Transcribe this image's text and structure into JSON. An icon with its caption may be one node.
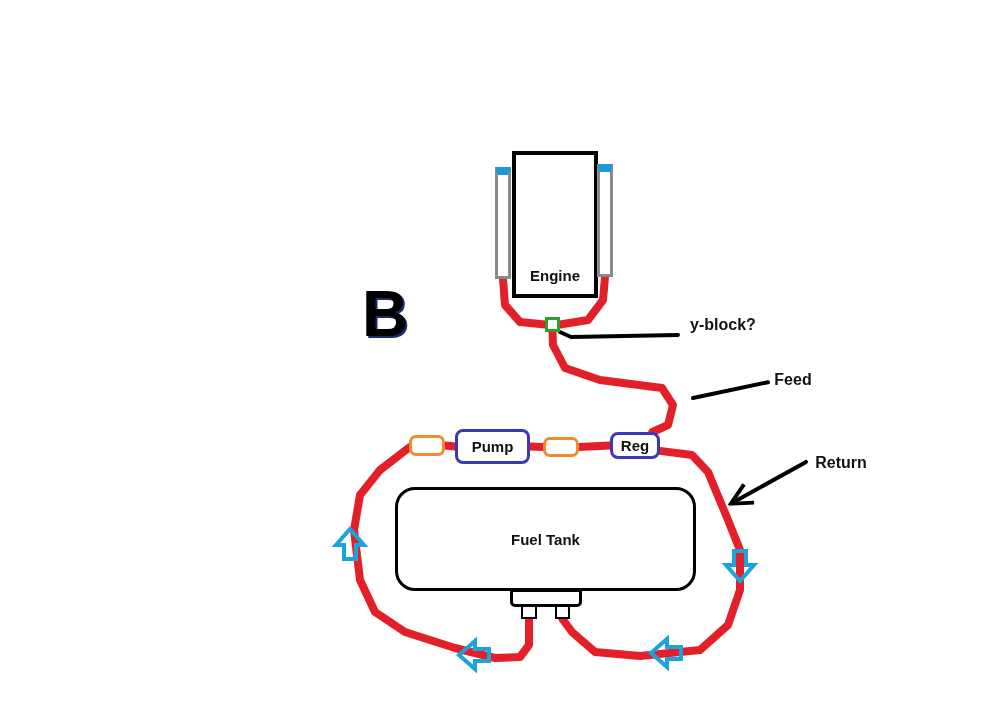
{
  "diagram": {
    "nodes": [
      {
        "text": [
          "Engine"
        ]
      },
      {
        "text": [],
        "shape": "bar"
      },
      {
        "text": [],
        "shape": "bar"
      },
      {
        "text": [],
        "shape": "box"
      },
      {
        "text": [
          "y-block?"
        ]
      },
      {
        "text": [
          "Feed"
        ]
      },
      {
        "text": [
          "Return"
        ]
      },
      {
        "text": [],
        "shape": "box"
      },
      {
        "text": [
          "Pump"
        ]
      },
      {
        "text": [],
        "shape": "box"
      },
      {
        "text": [
          "Reg"
        ]
      },
      {
        "text": [
          "Fuel Tank"
        ]
      },
      {
        "text": [],
        "shape": "box"
      },
      {
        "text": [],
        "shape": "box"
      },
      {
        "text": [],
        "shape": "box"
      }
    ],
    "edges": [
      {
        "from": 12,
        "to": 7,
        "arrow": "none"
      },
      {
        "from": 7,
        "to": 8,
        "arrow": "none"
      },
      {
        "from": 8,
        "to": 9,
        "arrow": "none"
      },
      {
        "from": 9,
        "to": 10,
        "arrow": "none"
      },
      {
        "from": 10,
        "to": 3,
        "arrow": "none"
      },
      {
        "from": 3,
        "to": 1,
        "arrow": "none"
      },
      {
        "from": 3,
        "to": 2,
        "arrow": "none"
      },
      {
        "from": 10,
        "to": 13,
        "arrow": "none"
      },
      {
        "from": 4,
        "to": 3,
        "arrow": "none",
        "color": "#000000"
      },
      {
        "from": 5,
        "to": null,
        "arrow": "none",
        "color": "#000000"
      },
      {
        "from": 6,
        "to": null,
        "arrow": "to",
        "color": "#000000"
      }
    ],
    "labels": [
      "B"
    ]
  }
}
